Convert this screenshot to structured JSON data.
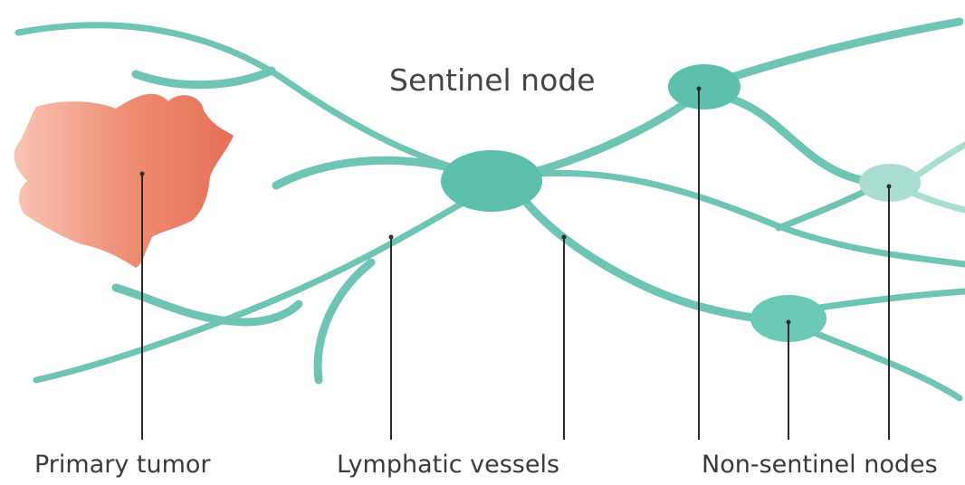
{
  "labels": {
    "sentinel_node": "Sentinel node",
    "primary_tumor": "Primary tumor",
    "lymphatic_vessels": "Lymphatic vessels",
    "non_sentinel_nodes": "Non-sentinel nodes"
  },
  "colors": {
    "vessel": "#6fc5b5",
    "node": "#5cbfae",
    "faint_node": "#a9ddd2",
    "tumor": "#e9745c",
    "tumor_light": "#f6b8a6",
    "leader_line": "#2b2b2b"
  }
}
